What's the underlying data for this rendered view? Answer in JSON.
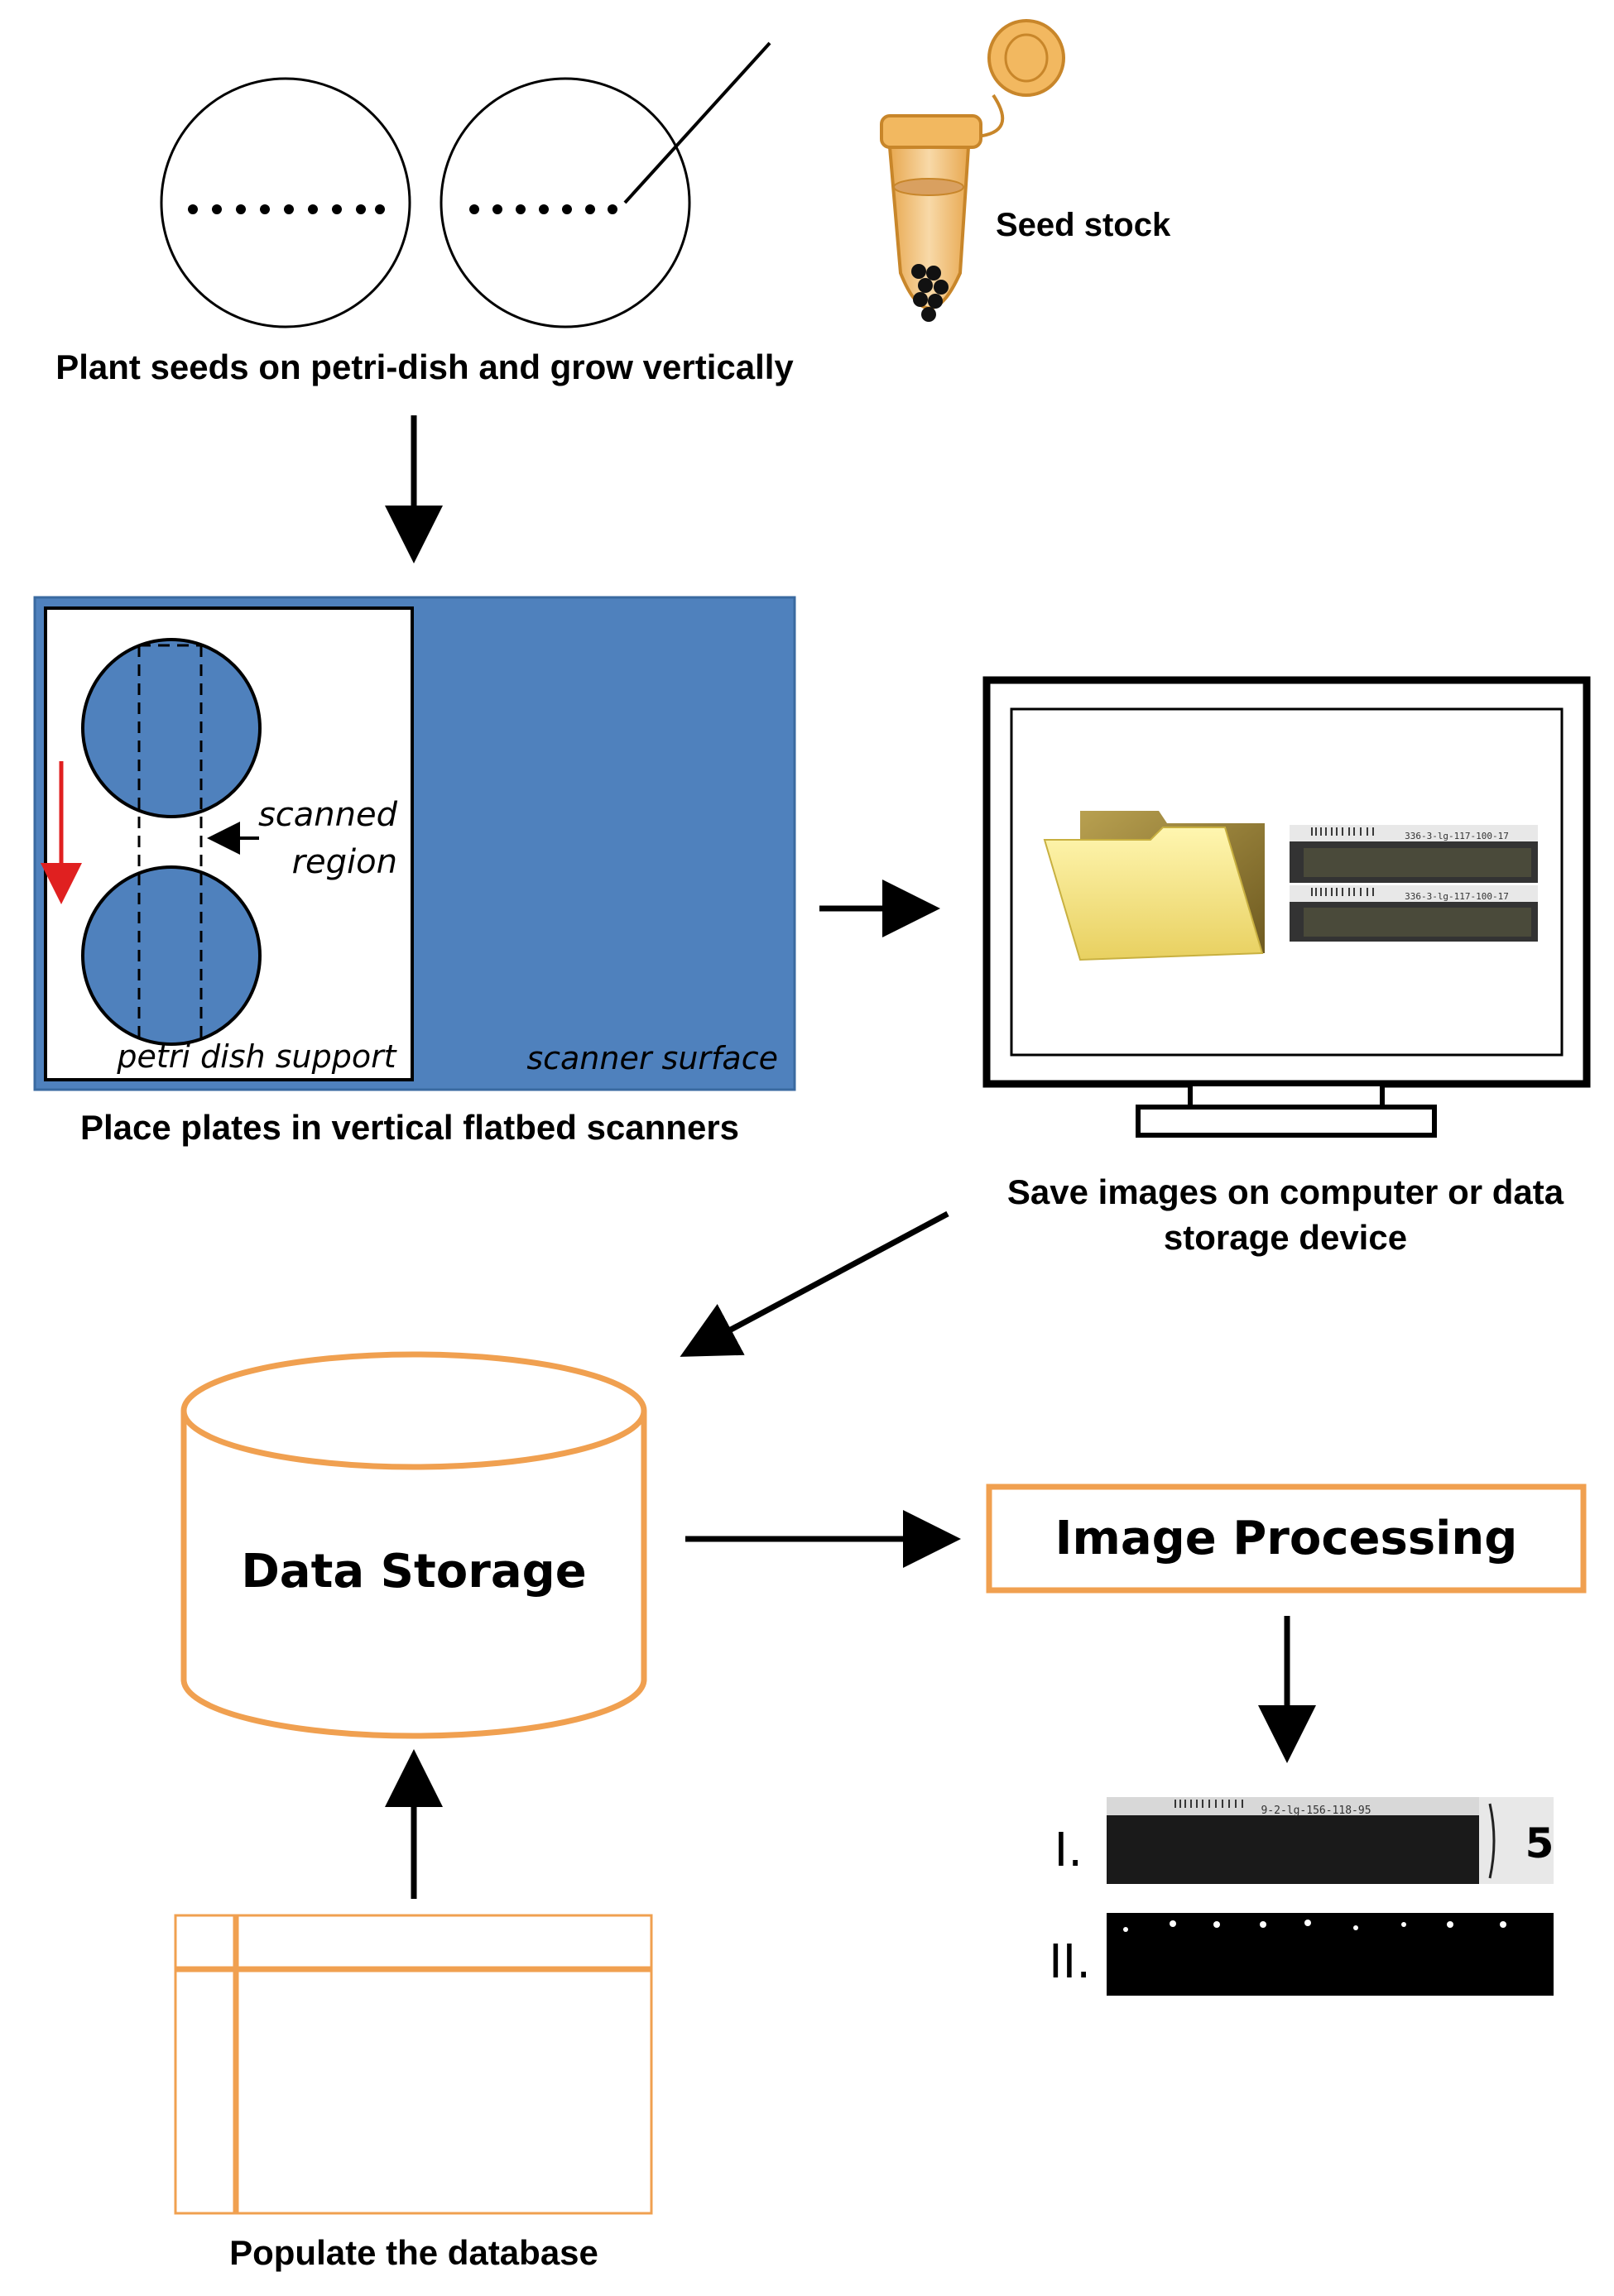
{
  "steps": {
    "plant_seeds": "Plant seeds on petri-dish and grow vertically",
    "seed_stock": "Seed stock",
    "place_plates": "Place plates in vertical flatbed scanners",
    "save_images_line1": "Save images on computer or data",
    "save_images_line2": "storage device",
    "data_storage": "Data Storage",
    "image_processing": "Image Processing",
    "populate_database": "Populate the database"
  },
  "scanner": {
    "scanned_region_line1": "scanned",
    "scanned_region_line2": "region",
    "petri_dish_support": "petri dish support",
    "scanner_surface": "scanner surface"
  },
  "monitor": {
    "barcode_top": "336-3-lg-117-100-17",
    "barcode_bottom": "336-3-lg-117-100-17"
  },
  "processing": {
    "step_one": "I.",
    "step_two": "II.",
    "plate_barcode": "9-2-lg-156-118-95",
    "plate_number": "5"
  },
  "colors": {
    "accent_orange": "#f0a050",
    "scanner_blue": "#4f81bd",
    "arrow_red": "#e02020"
  }
}
